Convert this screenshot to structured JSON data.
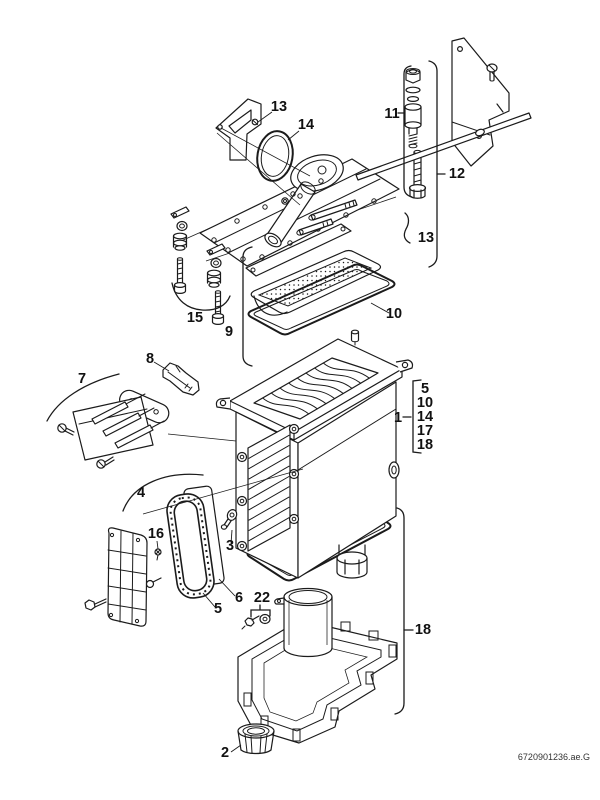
{
  "diagram": {
    "doc_number": "6720901236.ae.G",
    "line_color": "#1b1b1b",
    "background_color": "#ffffff",
    "callouts": {
      "top_plate_screw": "13",
      "o_ring": "14",
      "bolt_kit": "11",
      "mounting_bracket": "12",
      "studs": "13",
      "plug_kit": "15",
      "burner_group": "9",
      "burner_gasket": "10",
      "clip": "8",
      "electrode_set": "7",
      "main_body": "1",
      "main_body_group": [
        "5",
        "10",
        "14",
        "17",
        "18"
      ],
      "cover": "4",
      "cover_screw": "16",
      "sensor": "3",
      "window_gasket": "5",
      "window": "6",
      "sensor_kit": "22",
      "pan_group": "18",
      "siphon": "2"
    }
  }
}
